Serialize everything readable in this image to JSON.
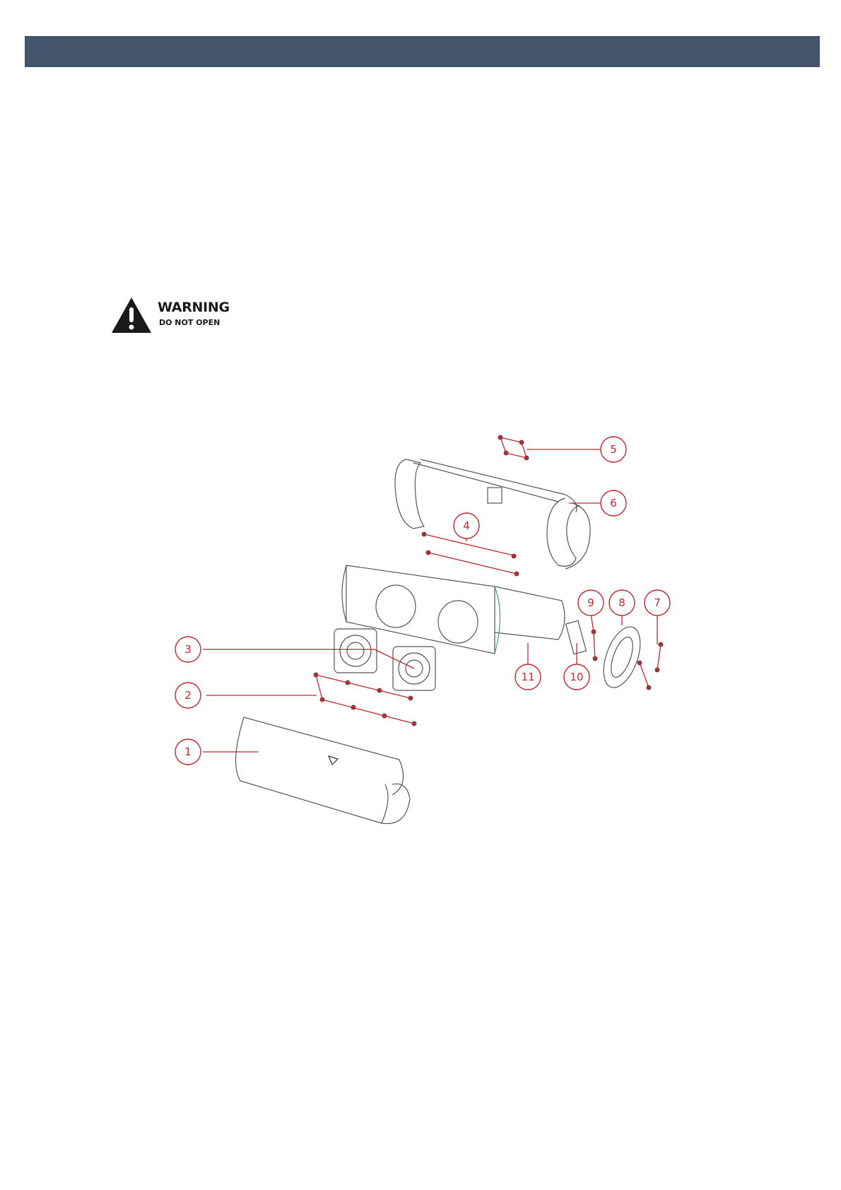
{
  "header": {
    "color": "#44546a"
  },
  "warning": {
    "title": "WARNING",
    "subtitle": "DO NOT OPEN",
    "icon": "warning-triangle-icon"
  },
  "diagram": {
    "callout_color": "#c0282d",
    "callouts": [
      "1",
      "2",
      "3",
      "4",
      "5",
      "6",
      "7",
      "8",
      "9",
      "10",
      "11"
    ]
  }
}
